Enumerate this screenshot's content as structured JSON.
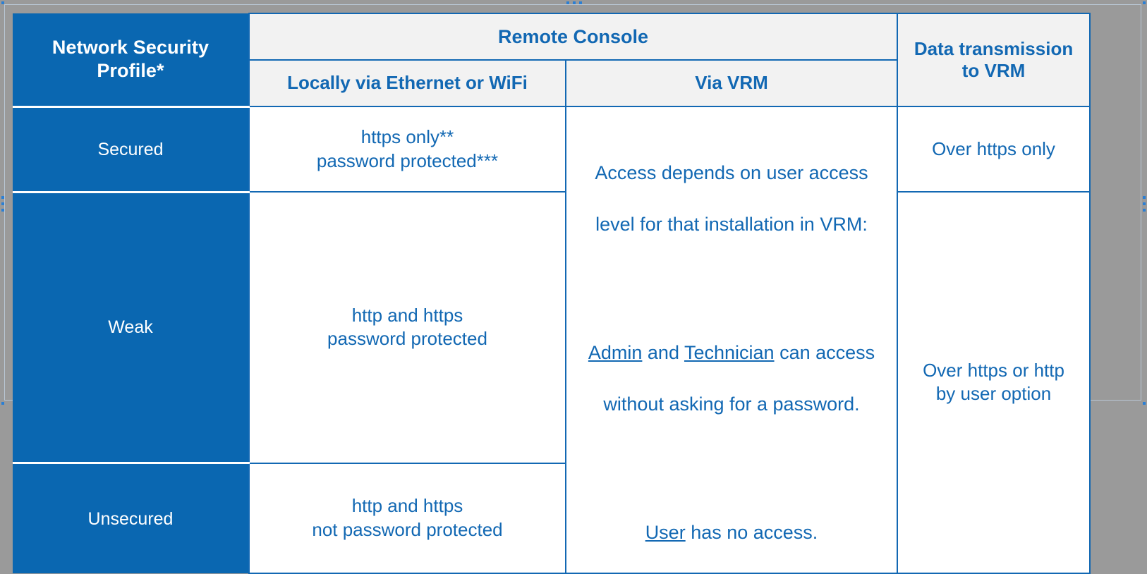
{
  "table": {
    "columns": [
      {
        "id": "profile",
        "label": "Network Security\nProfile*"
      },
      {
        "id": "local",
        "label": "Locally via Ethernet or WiFi"
      },
      {
        "id": "vrm",
        "label": "Via VRM"
      },
      {
        "id": "data",
        "label": "Data transmission\nto VRM"
      }
    ],
    "group_header": "Remote Console",
    "rows": [
      {
        "profile": "Secured",
        "local": "https only**\npassword protected***",
        "data": "Over https only"
      },
      {
        "profile": "Weak",
        "local": "http and https\npassword protected",
        "data": "Over https or http\nby user option"
      },
      {
        "profile": "Unsecured",
        "local": "http and https\nnot password protected",
        "data": ""
      }
    ],
    "vrm_cell": {
      "line1": "Access depends on user access",
      "line2": "level for that installation in VRM:",
      "admin": "Admin",
      "and": " and ",
      "technician": "Technician",
      "can_access": " can access",
      "line3b": "without asking for a password.",
      "user": "User",
      "no_access": " has no access."
    },
    "data_merged_value": "Over https or http\nby user option"
  },
  "colors": {
    "brand_blue": "#0A67B1",
    "text_blue": "#1268B3",
    "header_grey": "#F2F2F2",
    "frame_grey": "#9A9A9A",
    "handle_blue": "#2B7FD4"
  }
}
